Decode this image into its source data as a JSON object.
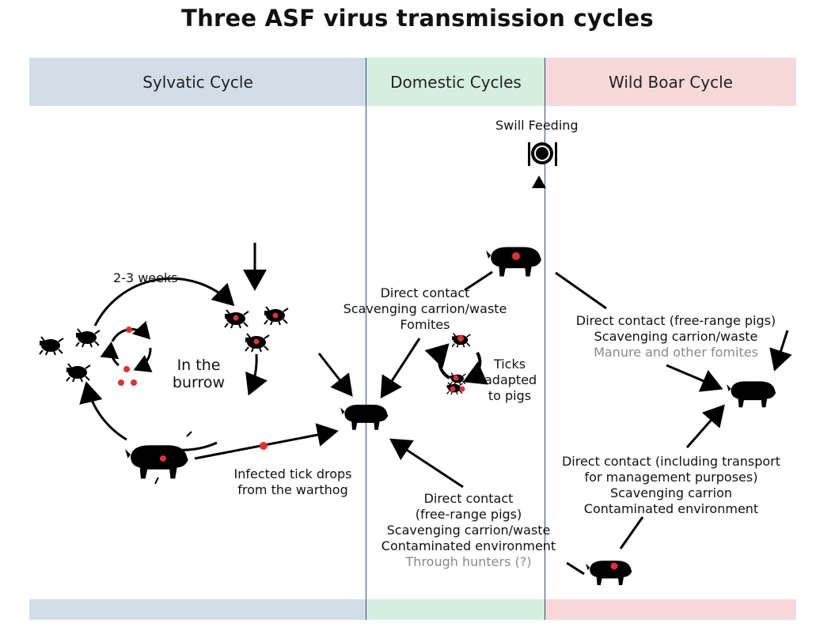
{
  "title": "Three ASF virus transmission cycles",
  "columns": {
    "sylvatic": "Sylvatic Cycle",
    "domestic": "Domestic Cycles",
    "wildboar": "Wild Boar Cycle"
  },
  "colors": {
    "sylvatic_band": "#d3dde8",
    "domestic_band": "#d5efdf",
    "wildboar_band": "#f7d9d9",
    "virus_dot": "#e03030",
    "divider": "#2f4f8f"
  },
  "labels": {
    "swill_feeding": "Swill Feeding",
    "weeks": "2-3 weeks",
    "in_the_burrow_1": "In the",
    "in_the_burrow_2": "burrow",
    "infected_tick_1": "Infected tick drops",
    "infected_tick_2": "from the warthog",
    "domestic_contact_1": "Direct contact",
    "domestic_contact_2": "Scavenging carrion/waste",
    "domestic_contact_3": "Fomites",
    "ticks_1": "Ticks",
    "ticks_2": "adapted",
    "ticks_3": "to pigs",
    "freerange_1": "Direct contact (free-range pigs)",
    "freerange_2": "Scavenging carrion/waste",
    "freerange_3": "Manure and other fomites",
    "transport_1": "Direct contact (including transport",
    "transport_2": "for management purposes)",
    "transport_3": "Scavenging carrion",
    "transport_4": "Contaminated environment",
    "bottom_1": "Direct contact",
    "bottom_2": "(free-range pigs)",
    "bottom_3": "Scavenging carrion/waste",
    "bottom_4": "Contaminated environment",
    "bottom_5": "Through hunters (?)"
  },
  "icons": [
    "tick-icon",
    "warthog-icon",
    "domestic-pig-icon",
    "wild-boar-icon",
    "plate-fork-knife-icon",
    "virus-dot-icon"
  ]
}
